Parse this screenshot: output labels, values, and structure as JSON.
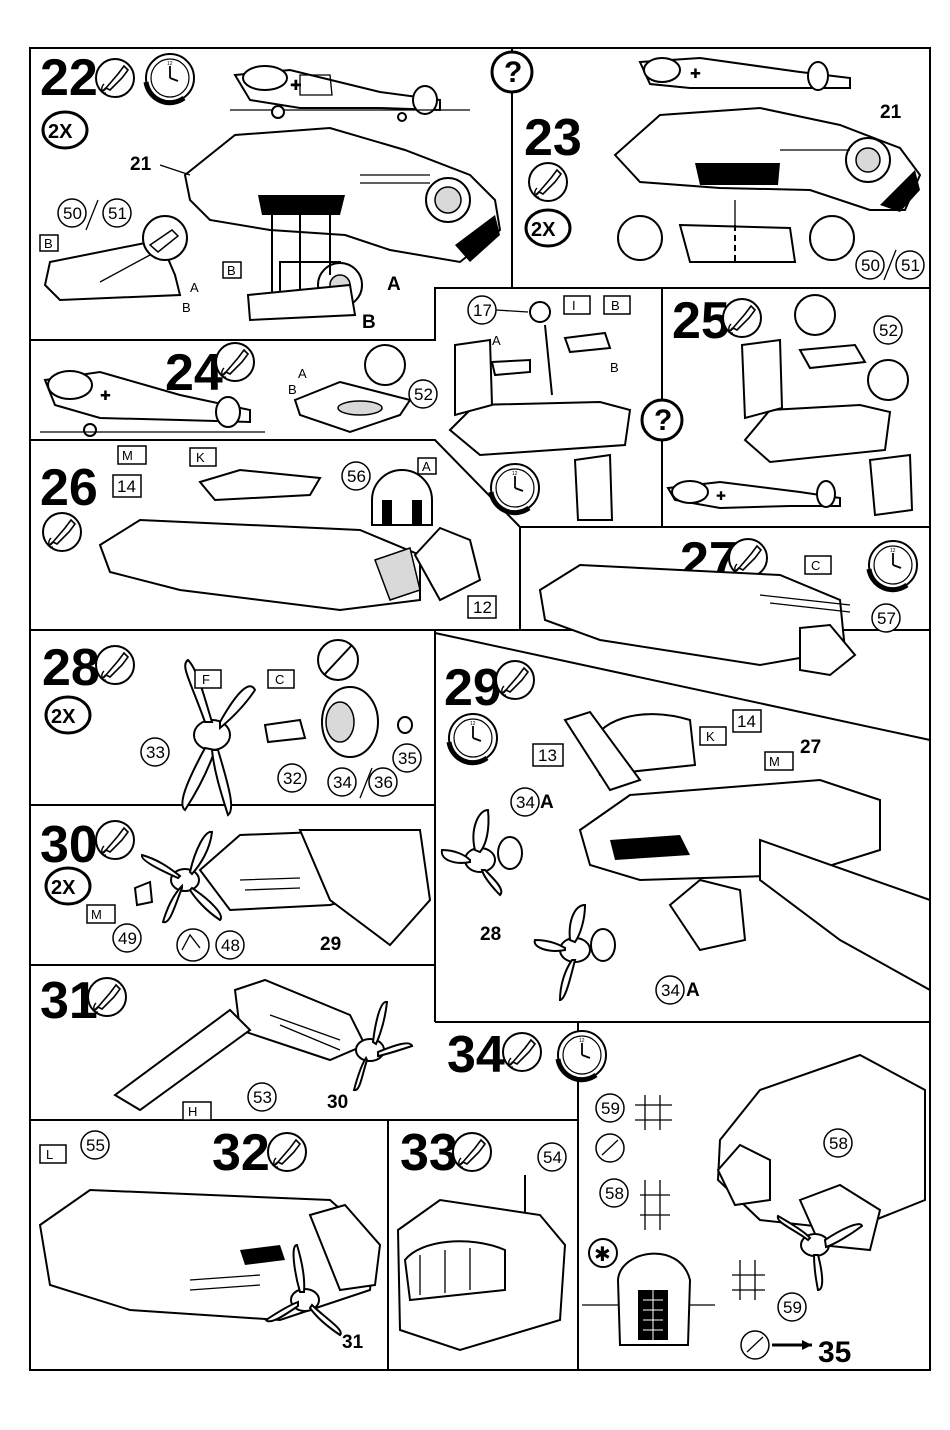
{
  "page": {
    "background": "#ffffff",
    "ink": "#000000"
  },
  "steps": {
    "s22": {
      "number": "22",
      "multiplier": "2X",
      "parts": [
        "21",
        "50",
        "51"
      ],
      "letters": [
        "A",
        "B",
        "A",
        "B",
        "B"
      ],
      "marker": "B"
    },
    "s23": {
      "number": "23",
      "multiplier": "2X",
      "parts": [
        "21",
        "50",
        "51"
      ],
      "help": "?"
    },
    "s24": {
      "number": "24",
      "parts": [
        "52"
      ],
      "letters": [
        "A",
        "B"
      ],
      "help": "?"
    },
    "s24b": {
      "parts": [
        "17"
      ],
      "markers": [
        "I",
        "B"
      ],
      "letters": [
        "A",
        "B"
      ]
    },
    "s25": {
      "number": "25",
      "parts": [
        "52"
      ]
    },
    "s26": {
      "number": "26",
      "parts": [
        "14",
        "56",
        "12"
      ],
      "markers": [
        "M",
        "K",
        "A"
      ]
    },
    "s27": {
      "number": "27",
      "parts": [
        "57"
      ],
      "markers": [
        "C"
      ]
    },
    "s28": {
      "number": "28",
      "multiplier": "2X",
      "parts": [
        "33",
        "32",
        "34",
        "36",
        "35"
      ],
      "markers": [
        "F",
        "C"
      ]
    },
    "s29": {
      "number": "29",
      "parts": [
        "13",
        "14",
        "27",
        "34",
        "28",
        "34"
      ],
      "letters": [
        "A",
        "A"
      ],
      "markers": [
        "K",
        "M"
      ]
    },
    "s30": {
      "number": "30",
      "multiplier": "2X",
      "parts": [
        "49",
        "48",
        "29"
      ],
      "markers": [
        "M"
      ]
    },
    "s31": {
      "number": "31",
      "parts": [
        "53",
        "30"
      ],
      "markers": [
        "H"
      ]
    },
    "s32": {
      "number": "32",
      "parts": [
        "55",
        "31"
      ],
      "markers": [
        "L"
      ]
    },
    "s33": {
      "number": "33",
      "parts": [
        "54"
      ]
    },
    "s34": {
      "number": "34",
      "parts": [
        "59",
        "58",
        "58",
        "59"
      ],
      "next_step": "35",
      "asterisk": "✱"
    }
  },
  "icons": [
    "glue-tube-icon",
    "clock-icon",
    "help-icon",
    "paint-brush-icon",
    "no-glue-icon"
  ]
}
